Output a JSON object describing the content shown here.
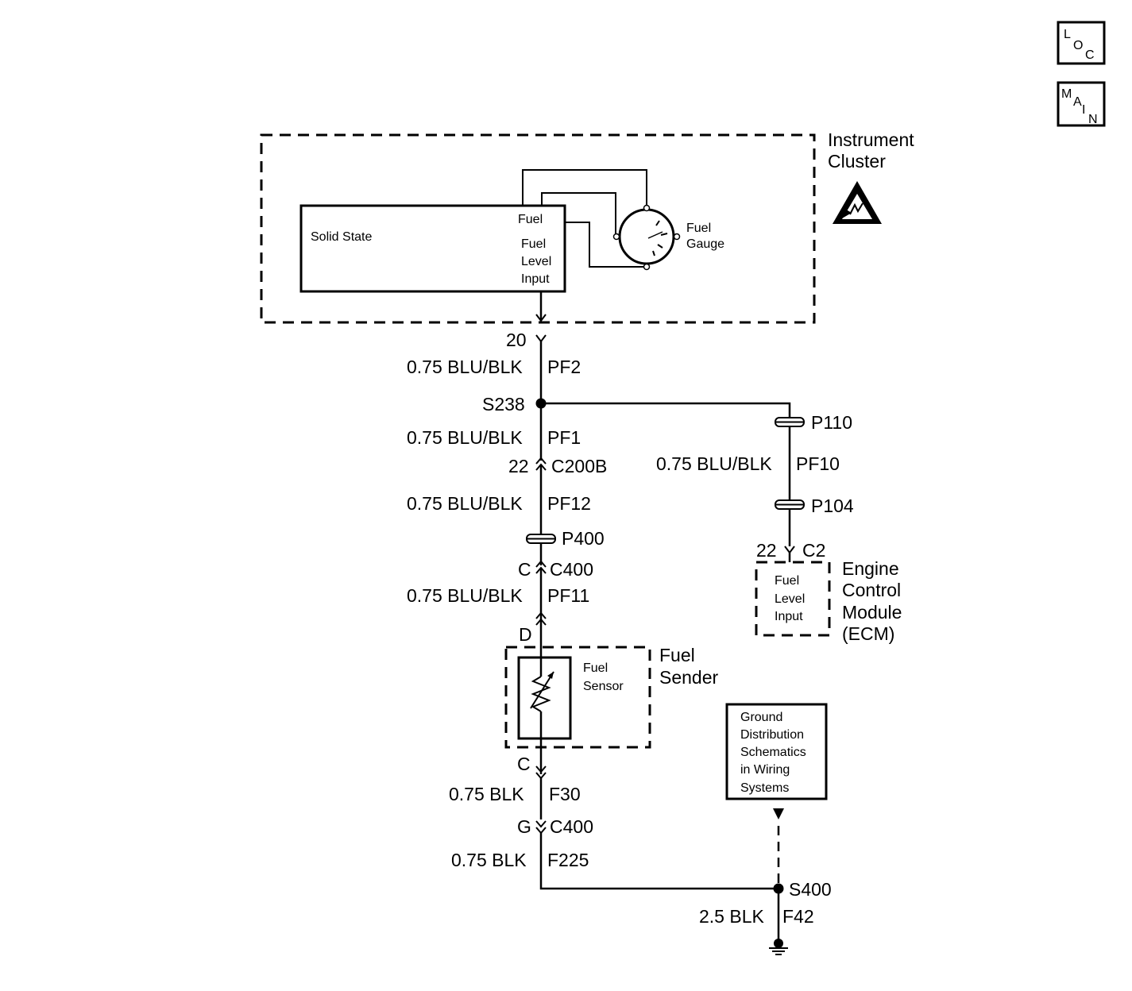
{
  "nav": {
    "loc": {
      "l1": "L",
      "l2": "O",
      "l3": "C"
    },
    "main": {
      "l1": "M",
      "l2": "A",
      "l3": "I",
      "l4": "N"
    }
  },
  "cluster": {
    "title1": "Instrument",
    "title2": "Cluster",
    "solid_state": "Solid State",
    "fuel": "Fuel",
    "fuel_level1": "Fuel",
    "fuel_level2": "Level",
    "fuel_level3": "Input",
    "gauge1": "Fuel",
    "gauge2": "Gauge"
  },
  "circuit": {
    "pin20": "20",
    "w1_gauge": "0.75 BLU/BLK",
    "w1_id": "PF2",
    "s238": "S238",
    "w2_gauge": "0.75 BLU/BLK",
    "w2_id": "PF1",
    "c200b_pin": "22",
    "c200b": "C200B",
    "w3_gauge": "0.75 BLU/BLK",
    "w3_id": "PF12",
    "p400": "P400",
    "c400_pin": "C",
    "c400": "C400",
    "w4_gauge": "0.75 BLU/BLK",
    "w4_id": "PF11",
    "pin_d": "D",
    "pin_c": "C",
    "w5_gauge": "0.75 BLK",
    "w5_id": "F30",
    "c400b_pin": "G",
    "c400b": "C400",
    "w6_gauge": "0.75 BLK",
    "w6_id": "F225",
    "p110": "P110",
    "w7_gauge": "0.75 BLU/BLK",
    "w7_id": "PF10",
    "p104": "P104",
    "ecm_pin": "22",
    "ecm_conn": "C2",
    "s400": "S400",
    "w8_gauge": "2.5 BLK",
    "w8_id": "F42"
  },
  "sender": {
    "title1": "Fuel",
    "title2": "Sender",
    "sensor1": "Fuel",
    "sensor2": "Sensor"
  },
  "ecm": {
    "title1": "Engine",
    "title2": "Control",
    "title3": "Module",
    "title4": "(ECM)",
    "in1": "Fuel",
    "in2": "Level",
    "in3": "Input"
  },
  "ground_ref": {
    "line1": "Ground",
    "line2": "Distribution",
    "line3": "Schematics",
    "line4": "in Wiring",
    "line5": "Systems"
  }
}
